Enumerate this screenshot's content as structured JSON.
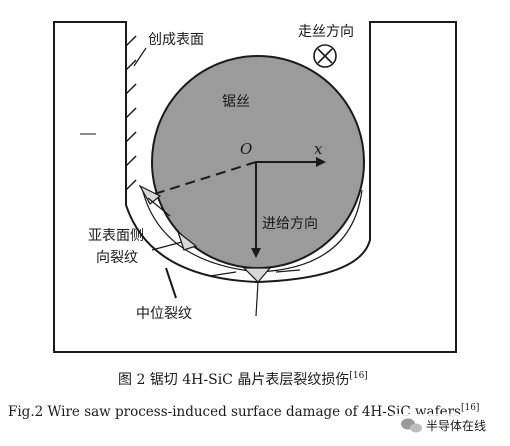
{
  "labels": {
    "machined_surface": "创成表面",
    "wire_direction": "走丝方向",
    "saw_wire": "锯丝",
    "origin": "O",
    "x_axis": "x",
    "feed_direction": "进给方向",
    "subsurface_lateral_crack_line1": "亚表面侧",
    "subsurface_lateral_crack_line2": "向裂纹",
    "median_crack": "中位裂纹"
  },
  "caption": {
    "cn_main": "图 2   锯切 4H-SiC 晶片表层裂纹损伤",
    "cn_ref": "[16]",
    "en_main": "Fig.2   Wire saw process-induced surface damage of 4H-SiC wafers",
    "en_ref": "[16]"
  },
  "watermark": {
    "text": "半导体在线"
  },
  "colors": {
    "wire_fill": "#9b9b9b",
    "line": "#1a1a1a"
  }
}
